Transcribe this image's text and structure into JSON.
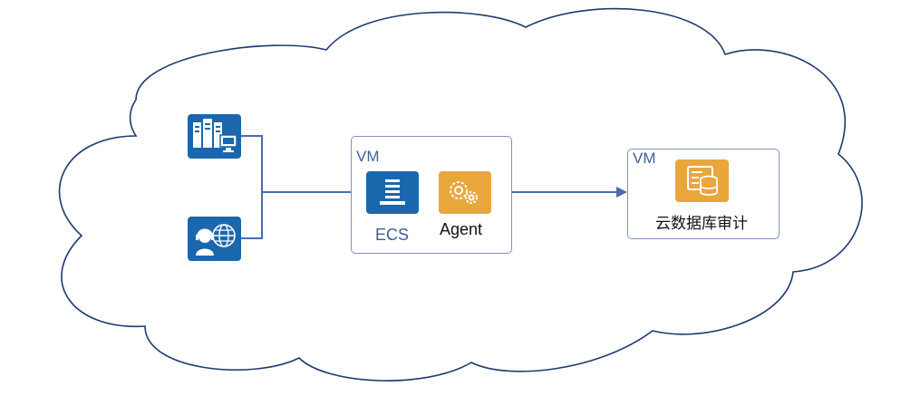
{
  "source_nodes": [
    {
      "icon": "server-monitor-icon"
    },
    {
      "icon": "support-user-globe-icon"
    }
  ],
  "vm_left": {
    "title": "VM",
    "ecs": {
      "label": "ECS",
      "icon": "ecs-stack-icon",
      "color": "#1b67ad"
    },
    "agent": {
      "label": "Agent",
      "icon": "gears-icon",
      "color": "#e9a63b"
    },
    "link_color": "#f0c419"
  },
  "vm_right": {
    "title": "VM",
    "audit": {
      "label": "云数据库审计",
      "icon": "database-audit-icon",
      "color": "#e9a63b"
    }
  },
  "colors": {
    "cloud_stroke": "#1f3a6e",
    "arrow": "#4a6bb5",
    "box_border": "#7f96b8",
    "vm_text": "#3d5f96"
  }
}
